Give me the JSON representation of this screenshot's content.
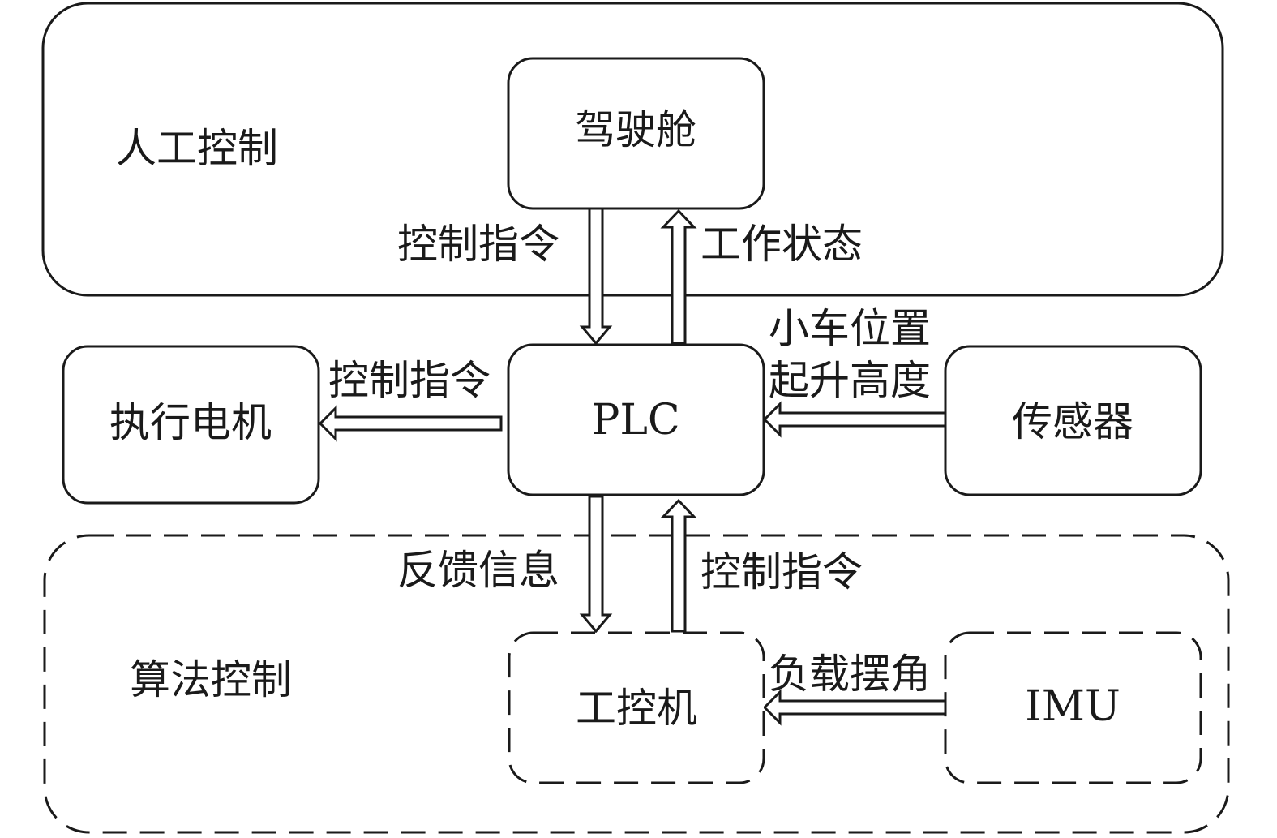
{
  "regions": {
    "manual_control": "人工控制",
    "algorithm_control": "算法控制"
  },
  "nodes": {
    "cockpit": "驾驶舱",
    "plc": "PLC",
    "motor": "执行电机",
    "sensor": "传感器",
    "ipc": "工控机",
    "imu": "IMU"
  },
  "edges": {
    "cockpit_to_plc": "控制指令",
    "plc_to_cockpit": "工作状态",
    "plc_to_motor": "控制指令",
    "sensor_to_plc_line1": "小车位置",
    "sensor_to_plc_line2": "起升高度",
    "plc_to_ipc": "反馈信息",
    "ipc_to_plc": "控制指令",
    "imu_to_ipc": "负载摆角"
  }
}
